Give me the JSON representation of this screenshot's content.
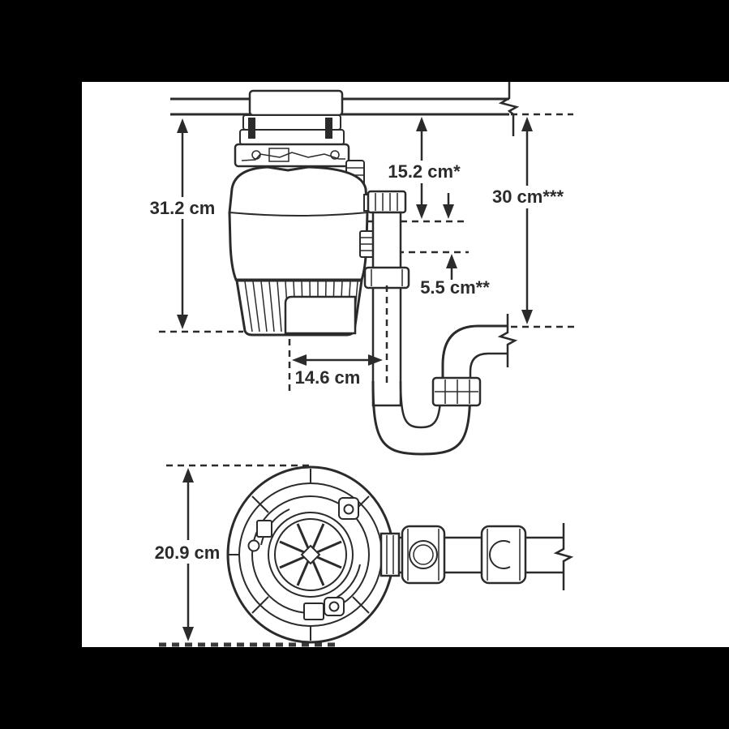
{
  "colors": {
    "page_background": "#000000",
    "canvas": "#ffffff",
    "line": "#2b2b2b",
    "text": "#2b2b2b"
  },
  "side_view": {
    "dimensions": {
      "overall_height": "31.2 cm",
      "counter_to_discharge": "15.2 cm*",
      "discharge_drop": "5.5 cm**",
      "counter_to_drain": "30 cm***",
      "center_to_trap": "14.6 cm"
    }
  },
  "top_view": {
    "dimensions": {
      "diameter": "20.9 cm"
    }
  }
}
